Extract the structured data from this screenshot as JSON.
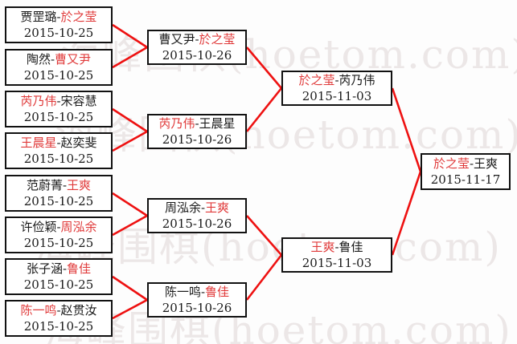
{
  "colors": {
    "background": "#fdfdfd",
    "border": "#111111",
    "text": "#1a1a1a",
    "winner": "#e03a3a",
    "line": "#ee1111",
    "watermark": "#ece7e7"
  },
  "separator": "-",
  "watermark": {
    "text": "海峰围棋(hoetom.com)"
  },
  "bracket": {
    "round1": [
      {
        "p1": "贾罡璐",
        "p2": "於之莹",
        "p1_red": false,
        "p2_red": true,
        "date": "2015-10-25"
      },
      {
        "p1": "陶然",
        "p2": "曹又尹",
        "p1_red": false,
        "p2_red": true,
        "date": "2015-10-25"
      },
      {
        "p1": "芮乃伟",
        "p2": "宋容慧",
        "p1_red": true,
        "p2_red": false,
        "date": "2015-10-25"
      },
      {
        "p1": "王晨星",
        "p2": "赵奕斐",
        "p1_red": true,
        "p2_red": false,
        "date": "2015-10-25"
      },
      {
        "p1": "范蔚菁",
        "p2": "王爽",
        "p1_red": false,
        "p2_red": true,
        "date": "2015-10-25"
      },
      {
        "p1": "许俭颖",
        "p2": "周泓余",
        "p1_red": false,
        "p2_red": true,
        "date": "2015-10-25"
      },
      {
        "p1": "张子涵",
        "p2": "鲁佳",
        "p1_red": false,
        "p2_red": true,
        "date": "2015-10-25"
      },
      {
        "p1": "陈一鸣",
        "p2": "赵贯汝",
        "p1_red": true,
        "p2_red": false,
        "date": "2015-10-25"
      }
    ],
    "round2": [
      {
        "p1": "曹又尹",
        "p2": "於之莹",
        "p1_red": false,
        "p2_red": true,
        "date": "2015-10-26"
      },
      {
        "p1": "芮乃伟",
        "p2": "王晨星",
        "p1_red": true,
        "p2_red": false,
        "date": "2015-10-26"
      },
      {
        "p1": "周泓余",
        "p2": "王爽",
        "p1_red": false,
        "p2_red": true,
        "date": "2015-10-26"
      },
      {
        "p1": "陈一鸣",
        "p2": "鲁佳",
        "p1_red": false,
        "p2_red": true,
        "date": "2015-10-26"
      }
    ],
    "semifinals": [
      {
        "p1": "於之莹",
        "p2": "芮乃伟",
        "p1_red": true,
        "p2_red": false,
        "date": "2015-11-03"
      },
      {
        "p1": "王爽",
        "p2": "鲁佳",
        "p1_red": true,
        "p2_red": false,
        "date": "2015-11-03"
      }
    ],
    "final": [
      {
        "p1": "於之莹",
        "p2": "王爽",
        "p1_red": true,
        "p2_red": false,
        "date": "2015-11-17"
      }
    ]
  }
}
